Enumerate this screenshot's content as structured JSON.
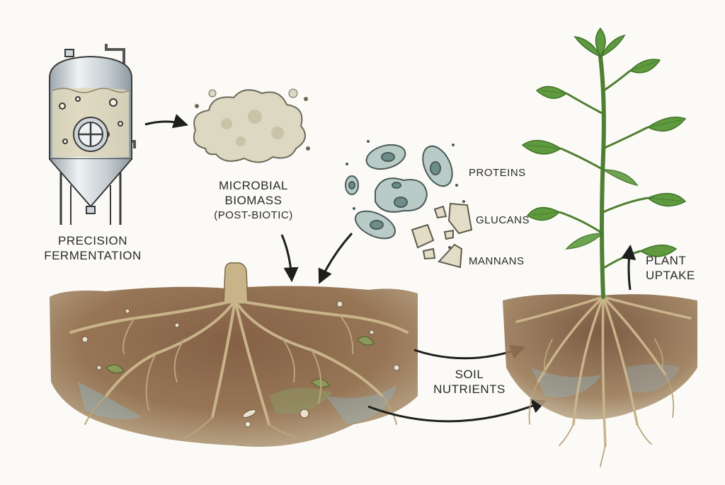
{
  "labels": {
    "fermentation": [
      "PRECISION",
      "FERMENTATION"
    ],
    "biomass": [
      "MICROBIAL",
      "BIOMASS",
      "(POST-BIOTIC)"
    ],
    "proteins": "PROTEINS",
    "glucans": "GLUCANS",
    "mannans": "MANNANS",
    "soil_nutrients": [
      "SOIL",
      "NUTRIENTS"
    ],
    "plant_uptake": [
      "PLANT",
      "UPTAKE"
    ]
  },
  "colors": {
    "background": "#fbfaf6",
    "ink": "#2a2a2a",
    "soil_dark": "#6b4a33",
    "soil_light": "#a07a58",
    "root": "#c9b48a",
    "leaf": "#5f9a3e",
    "leaf_dark": "#3f7428",
    "tank_steel": "#b9c3c8",
    "liquid": "#ddd6b8",
    "microbe_fill": "#b9cbc6",
    "microbe_nucleus": "#6d8d8a"
  },
  "icons": [
    "fermentation-tank-icon",
    "biomass-cloud-icon",
    "microbe-icon",
    "cell-wall-fragment-icon",
    "soil-icon",
    "plant-icon",
    "arrow-icon"
  ]
}
